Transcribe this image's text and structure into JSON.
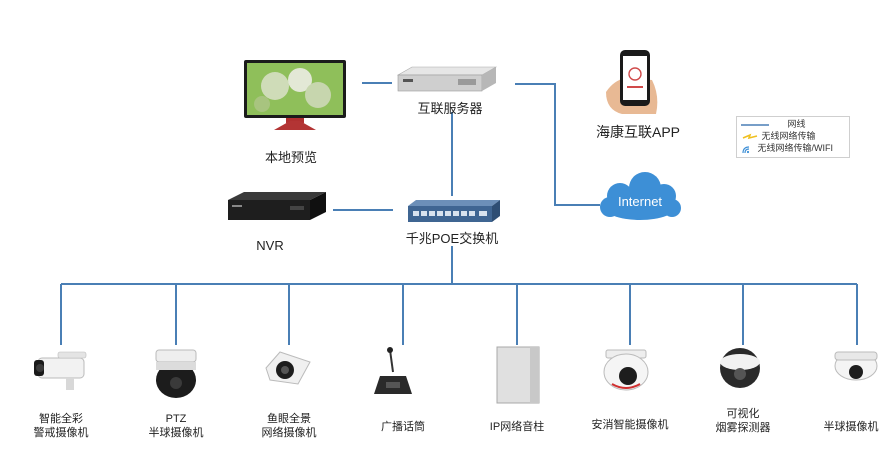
{
  "nodes": {
    "local_preview": "本地预览",
    "hik_server": "互联服务器",
    "app": "海康互联APP",
    "internet": "Internet",
    "nvr": "NVR",
    "poe_switch": "千兆POE交换机"
  },
  "devices": [
    {
      "id": "smart-color-camera",
      "lines": [
        "智能全彩",
        "警戒摄像机"
      ]
    },
    {
      "id": "ptz-camera",
      "lines": [
        "PTZ",
        "半球摄像机"
      ]
    },
    {
      "id": "fisheye-camera",
      "lines": [
        "鱼眼全景",
        "网络摄像机"
      ]
    },
    {
      "id": "broadcast-mic",
      "lines": [
        "广播话筒"
      ]
    },
    {
      "id": "ip-speaker",
      "lines": [
        "IP网络音柱"
      ]
    },
    {
      "id": "smart-camera",
      "lines": [
        "安消智能摄像机"
      ]
    },
    {
      "id": "smoke-detector",
      "lines": [
        "可视化",
        "烟雾探测器"
      ]
    },
    {
      "id": "dome-camera",
      "lines": [
        "半球摄像机"
      ]
    }
  ],
  "legend": {
    "wired": "网线",
    "wireless": "无线网络传输",
    "wifi": "无线网络传输/WIFI"
  },
  "colors": {
    "line": "#4a7fb5",
    "wireless": "#f0c020",
    "cloud": "#3d8fd6"
  }
}
